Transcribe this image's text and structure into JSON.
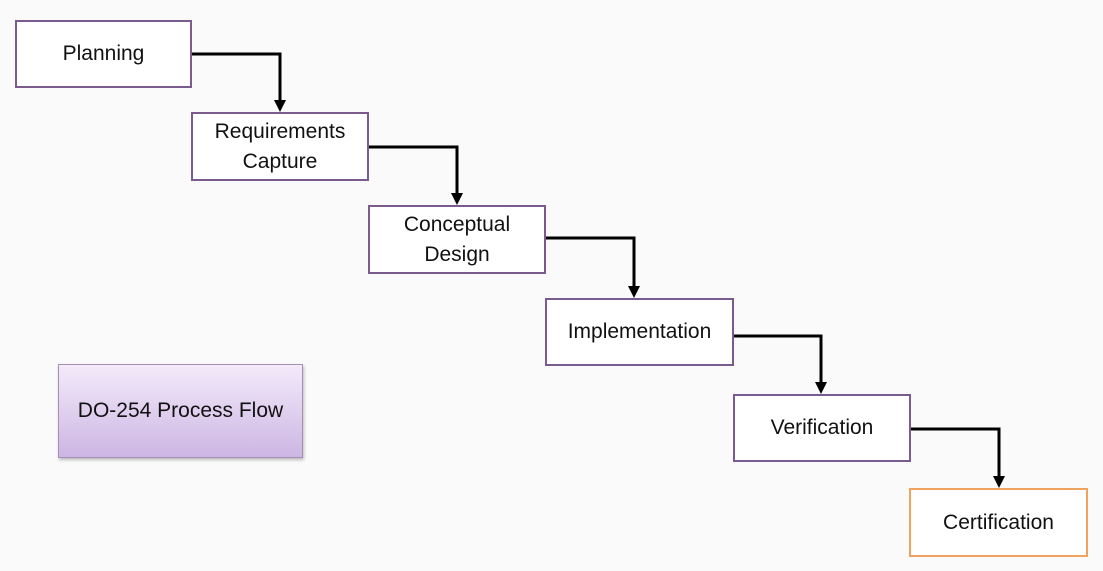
{
  "diagram": {
    "title": "DO-254 Process Flow",
    "steps": [
      {
        "label": "Planning"
      },
      {
        "label": "Requirements\nCapture"
      },
      {
        "label": "Conceptual\nDesign"
      },
      {
        "label": "Implementation"
      },
      {
        "label": "Verification"
      },
      {
        "label": "Certification"
      }
    ]
  },
  "colors": {
    "box_border": "#7b5a8e",
    "final_border": "#f0a35e",
    "title_fill_top": "#f3eafa",
    "title_fill_bottom": "#cdb6e3",
    "arrow": "#000000"
  }
}
